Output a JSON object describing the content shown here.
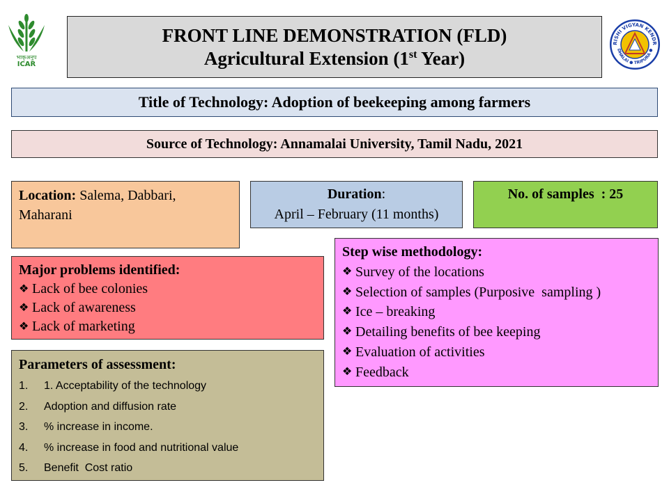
{
  "header": {
    "line1": "FRONT LINE DEMONSTRATION (FLD)",
    "line2_prefix": "Agricultural Extension (1",
    "line2_sup": "st",
    "line2_suffix": " Year)"
  },
  "logos": {
    "left": {
      "icon": "icar-logo-icon",
      "text_hindi": "भाकृअनुप",
      "text": "ICAR",
      "color": "#2e8b2e"
    },
    "right": {
      "icon": "krishi-vigyan-kendra-logo-icon",
      "text": "KRISHI VIGYAN KENDRA",
      "text_bottom": "DHALAI ● TRIPURA ●",
      "color": "#1a3ea8"
    }
  },
  "title": "Title of Technology: Adoption of beekeeping among farmers",
  "source": "Source of Technology: Annamalai University, Tamil Nadu, 2021",
  "location": {
    "label": "Location:",
    "value": " Salema, Dabbari, Maharani"
  },
  "duration": {
    "label": "Duration",
    "colon": ":",
    "value": "April – February (11 months)"
  },
  "samples": {
    "text": "No. of samples  : 25"
  },
  "problems": {
    "heading": "Major problems identified:",
    "bullet_icon": "diamond-bullet-icon",
    "items": [
      "Lack of bee colonies",
      "Lack of awareness",
      "Lack of marketing"
    ]
  },
  "methodology": {
    "heading": "Step wise methodology:",
    "items": [
      "Survey of the locations",
      "Selection of samples (Purposive  sampling )",
      "Ice – breaking",
      "Detailing benefits of bee keeping",
      "Evaluation of activities",
      "Feedback"
    ]
  },
  "parameters": {
    "heading": "Parameters of assessment:",
    "items": [
      {
        "num": "1.",
        "text": "1. Acceptability of the technology"
      },
      {
        "num": "2.",
        "text": "Adoption and diffusion rate"
      },
      {
        "num": "3.",
        "text": "% increase in income."
      },
      {
        "num": "4.",
        "text": "% increase in food and nutritional value"
      },
      {
        "num": "5.",
        "text": "Benefit  Cost ratio"
      }
    ]
  },
  "colors": {
    "header_bg": "#d9d9d9",
    "title_bg": "#dae3f0",
    "source_bg": "#f2dcdb",
    "location_bg": "#f8c79b",
    "duration_bg": "#b9cce4",
    "samples_bg": "#92d050",
    "problems_bg": "#ff7c80",
    "methodology_bg": "#ff99ff",
    "parameters_bg": "#c4bd97"
  }
}
